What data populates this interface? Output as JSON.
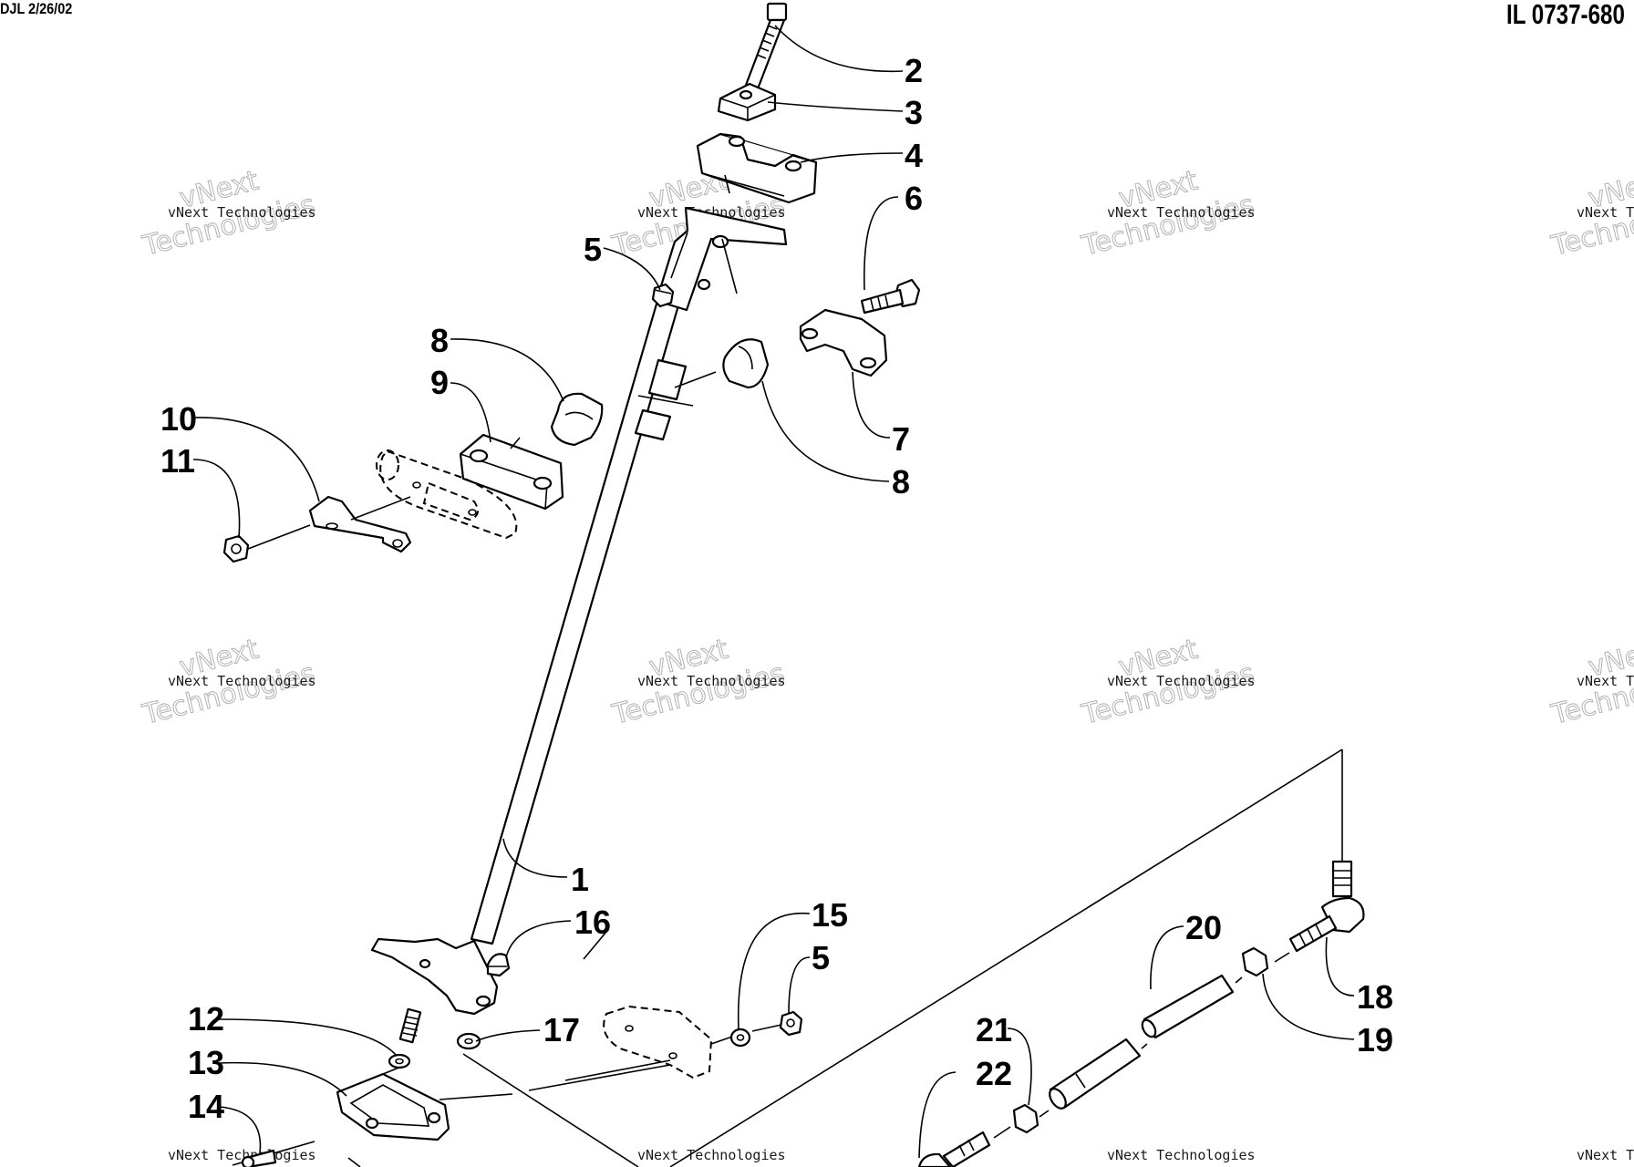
{
  "header": {
    "drawing_date": "DJL 2/26/02",
    "illustration_number": "IL 0737-680"
  },
  "watermark": {
    "company": "vNext Technologies",
    "outline_word_1": "vNext",
    "outline_word_2": "Technologies"
  },
  "parts": {
    "p1": "1",
    "p2": "2",
    "p3": "3",
    "p4": "4",
    "p5a": "5",
    "p5b": "5",
    "p6": "6",
    "p7": "7",
    "p8a": "8",
    "p8b": "8",
    "p9": "9",
    "p10": "10",
    "p11": "11",
    "p12": "12",
    "p13": "13",
    "p14": "14",
    "p15": "15",
    "p16": "16",
    "p17": "17",
    "p18": "18",
    "p19": "19",
    "p20": "20",
    "p21": "21",
    "p22": "22"
  }
}
